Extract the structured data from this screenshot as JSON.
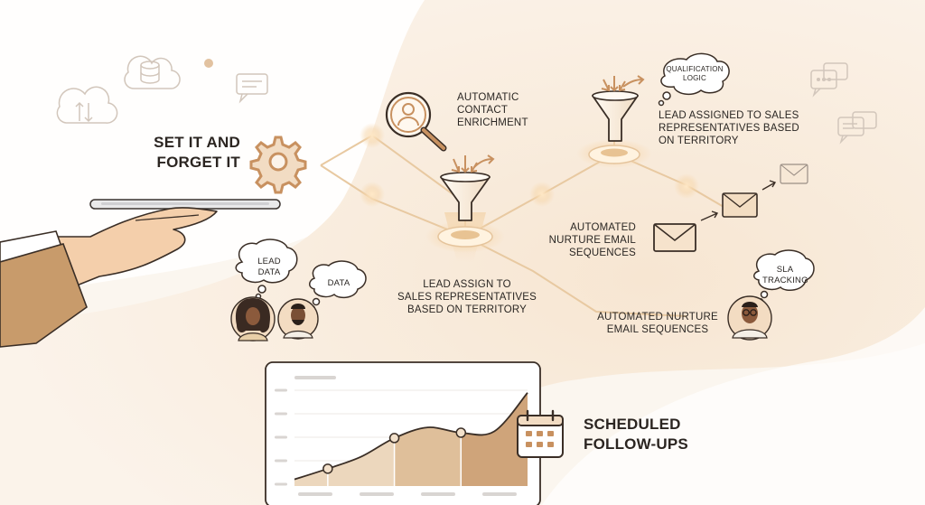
{
  "headline": {
    "line1": "SET IT AND",
    "line2": "FORGET IT"
  },
  "enrichment": {
    "line1": "AUTOMATIC",
    "line2": "CONTACT",
    "line3": "ENRICHMENT"
  },
  "qualification": {
    "bubble_line1": "QUALIFICATION",
    "bubble_line2": "LOGIC"
  },
  "assigned_territory": {
    "line1": "LEAD ASSIGNED TO SALES",
    "line2": "REPRESENTATIVES BASED",
    "line3": "ON TERRITORY"
  },
  "nurture_right": {
    "line1": "AUTOMATED",
    "line2": "NURTURE EMAIL",
    "line3": "SEQUENCES"
  },
  "lead_assign_center": {
    "line1": "LEAD ASSIGN TO",
    "line2": "SALES REPRESENTATIVES",
    "line3": "BASED ON TERRITORY"
  },
  "bubbles": {
    "lead_line1": "LEAD",
    "lead_line2": "DATA",
    "data": "DATA",
    "sla_line1": "SLA",
    "sla_line2": "TRACKING"
  },
  "nurture_bottom": {
    "line1": "AUTOMATED NURTURE",
    "line2": "EMAIL SEQUENCES"
  },
  "followups": {
    "line1": "SCHEDULED",
    "line2": "FOLLOW-UPS"
  },
  "icons": [
    "cloud-database-icon",
    "cloud-sync-icon",
    "chat-icon",
    "gear-icon",
    "magnifier-person-icon",
    "funnel-icon",
    "envelope-icon",
    "calendar-icon"
  ],
  "colors": {
    "accent": "#c9925a",
    "ink": "#3a2e26",
    "area_light": "#ecd7bd",
    "area_mid": "#dfbf9a",
    "area_dark": "#cfa47a",
    "background": "#fbf6ef"
  },
  "chart_data": {
    "type": "area",
    "title": "",
    "xlabel": "",
    "ylabel": "",
    "x": [
      0,
      1,
      2,
      3,
      4,
      5,
      6,
      7
    ],
    "series": [
      {
        "values": [
          0.5,
          1.3,
          2.2,
          3.6,
          4.4,
          4.0,
          4.1,
          7.0
        ]
      }
    ],
    "markers_at_index": [
      1,
      3,
      5
    ],
    "ylim": [
      0,
      8
    ],
    "grid": "horizontal",
    "shaded_segments": 4
  }
}
